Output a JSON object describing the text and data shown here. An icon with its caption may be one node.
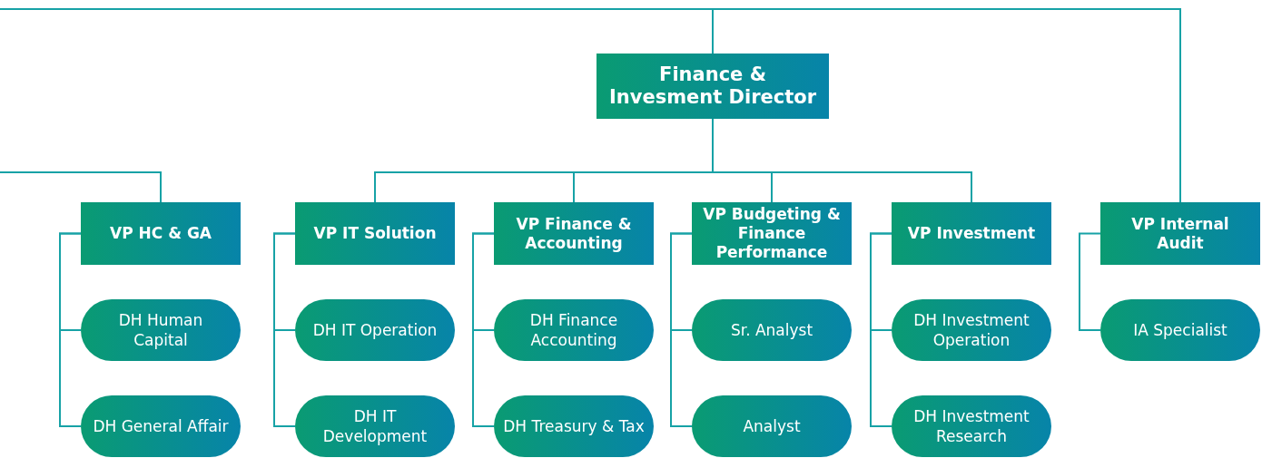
{
  "diagram": {
    "nodes": [
      {
        "text": [
          "Finance & Invesment Director"
        ]
      },
      {
        "text": [
          "VP HC & GA"
        ]
      },
      {
        "text": [
          "VP IT Solution"
        ]
      },
      {
        "text": [
          "VP Finance & Accounting"
        ]
      },
      {
        "text": [
          "VP Budgeting & Finance Performance"
        ]
      },
      {
        "text": [
          "VP Investment"
        ]
      },
      {
        "text": [
          "VP Internal Audit"
        ]
      },
      {
        "text": [
          "DH Human Capital"
        ]
      },
      {
        "text": [
          "DH IT Operation"
        ]
      },
      {
        "text": [
          "DH Finance Accounting"
        ]
      },
      {
        "text": [
          "Sr. Analyst"
        ]
      },
      {
        "text": [
          "DH Investment Operation"
        ]
      },
      {
        "text": [
          "IA Specialist"
        ]
      },
      {
        "text": [
          "DH General Affair"
        ]
      },
      {
        "text": [
          "DH IT Development"
        ]
      },
      {
        "text": [
          "DH Treasury & Tax"
        ]
      },
      {
        "text": [
          "Analyst"
        ]
      },
      {
        "text": [
          "DH Investment Research"
        ]
      }
    ],
    "edges": [
      {
        "from": null,
        "to": 0,
        "arrow": "none"
      },
      {
        "from": null,
        "to": 6,
        "arrow": "none"
      },
      {
        "from": null,
        "to": 1,
        "arrow": "none"
      },
      {
        "from": 0,
        "to": 2,
        "arrow": "none"
      },
      {
        "from": 0,
        "to": 3,
        "arrow": "none"
      },
      {
        "from": 0,
        "to": 4,
        "arrow": "none"
      },
      {
        "from": 0,
        "to": 5,
        "arrow": "none"
      },
      {
        "from": 1,
        "to": 7,
        "arrow": "none"
      },
      {
        "from": 1,
        "to": 13,
        "arrow": "none"
      },
      {
        "from": 2,
        "to": 8,
        "arrow": "none"
      },
      {
        "from": 2,
        "to": 14,
        "arrow": "none"
      },
      {
        "from": 3,
        "to": 9,
        "arrow": "none"
      },
      {
        "from": 3,
        "to": 15,
        "arrow": "none"
      },
      {
        "from": 4,
        "to": 10,
        "arrow": "none"
      },
      {
        "from": 4,
        "to": 16,
        "arrow": "none"
      },
      {
        "from": 5,
        "to": 11,
        "arrow": "none"
      },
      {
        "from": 5,
        "to": 17,
        "arrow": "none"
      },
      {
        "from": 6,
        "to": 12,
        "arrow": "none"
      }
    ]
  }
}
